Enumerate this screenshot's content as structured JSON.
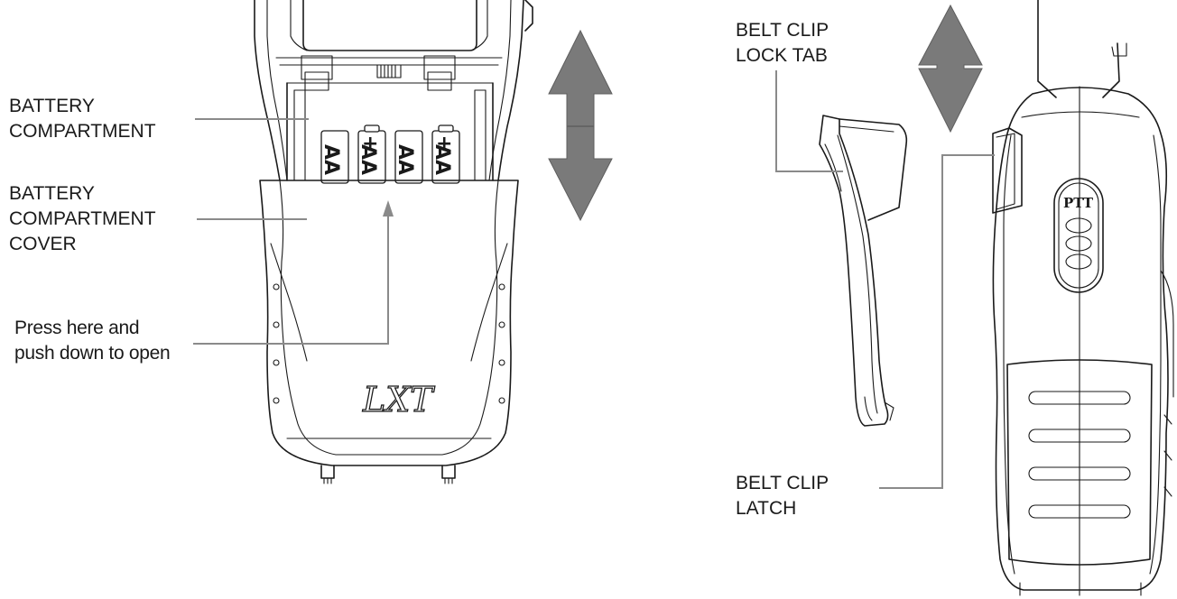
{
  "labels": {
    "battery_compartment": [
      "BATTERY",
      "COMPARTMENT"
    ],
    "battery_compartment_cover": [
      "BATTERY",
      "COMPARTMENT",
      "COVER"
    ],
    "press_here": [
      "Press here and",
      "push down to open"
    ],
    "belt_clip_lock_tab": [
      "BELT CLIP",
      "LOCK TAB"
    ],
    "belt_clip_latch": [
      "BELT CLIP",
      "LATCH"
    ]
  },
  "device": {
    "battery_marks": [
      "+",
      "+"
    ],
    "logo": "LXT",
    "ptt_label": "PTT"
  },
  "colors": {
    "line": "#1a1a1a",
    "leader": "#8a8a8a",
    "arrow": "#7a7a7a"
  }
}
